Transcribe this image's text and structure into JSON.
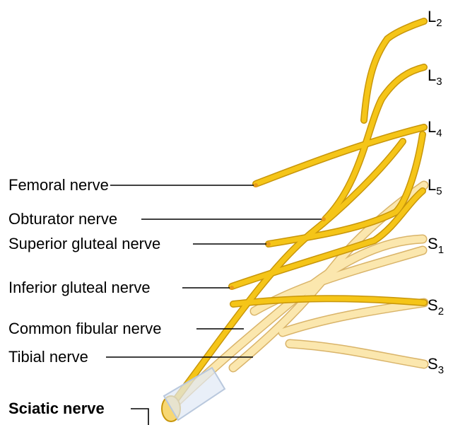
{
  "labels": {
    "femoral": "Femoral nerve",
    "obturator": "Obturator nerve",
    "superior_gluteal": "Superior gluteal nerve",
    "inferior_gluteal": "Inferior gluteal nerve",
    "common_fibular": "Common fibular nerve",
    "tibial": "Tibial nerve",
    "sciatic": "Sciatic nerve"
  },
  "roots": [
    {
      "letter": "L",
      "num": "2"
    },
    {
      "letter": "L",
      "num": "3"
    },
    {
      "letter": "L",
      "num": "4"
    },
    {
      "letter": "L",
      "num": "5"
    },
    {
      "letter": "S",
      "num": "1"
    },
    {
      "letter": "S",
      "num": "2"
    },
    {
      "letter": "S",
      "num": "3"
    }
  ],
  "colors": {
    "lumbar_nerve": "#f5c518",
    "lumbar_outline": "#c8960a",
    "sacral_nerve": "#fbe7ae",
    "sacral_outline": "#d9b46a",
    "sheath": "#dfe8f5",
    "leader_line": "#000000"
  }
}
